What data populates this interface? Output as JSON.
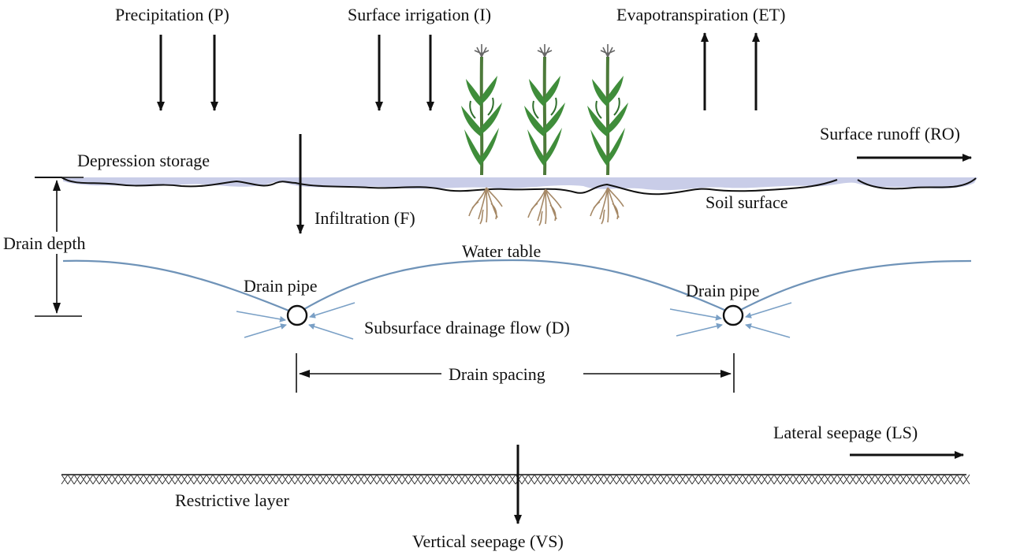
{
  "labels": {
    "precipitation": "Precipitation (P)",
    "surface_irrigation": "Surface irrigation (I)",
    "evapotranspiration": "Evapotranspiration (ET)",
    "surface_runoff": "Surface runoff (RO)",
    "depression_storage": "Depression storage",
    "soil_surface": "Soil surface",
    "infiltration": "Infiltration (F)",
    "drain_depth": "Drain depth",
    "water_table": "Water table",
    "drain_pipe_left": "Drain pipe",
    "drain_pipe_right": "Drain pipe",
    "subsurface_drainage": "Subsurface drainage flow (D)",
    "drain_spacing": "Drain spacing",
    "lateral_seepage": "Lateral seepage (LS)",
    "restrictive_layer": "Restrictive layer",
    "vertical_seepage": "Vertical seepage (VS)"
  },
  "colors": {
    "water_fill": "#c9cde8",
    "water_table_line": "#6f93b8",
    "flow_arrow": "#7aa0c6",
    "stalk": "#4d7a3a",
    "leaf": "#3f8d3a",
    "root": "#a58866",
    "ink": "#111111"
  },
  "icons": {
    "crop": "corn-plant-icon",
    "pipe": "drain-pipe-icon"
  }
}
